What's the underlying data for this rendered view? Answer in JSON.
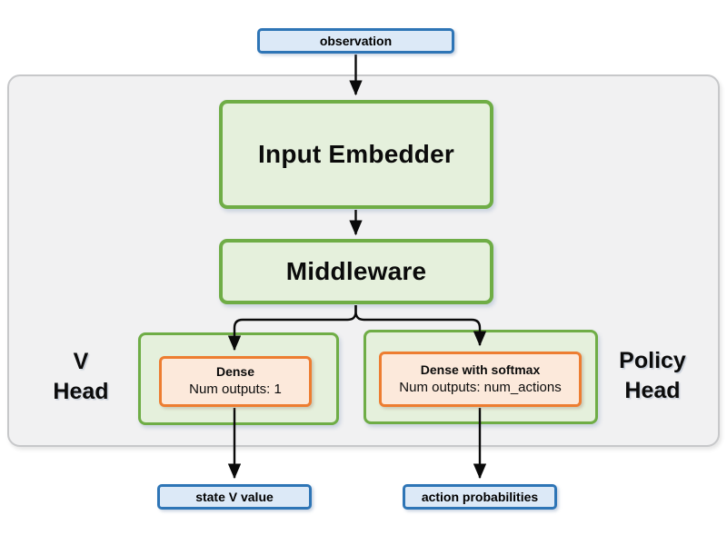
{
  "diagram": {
    "title_hint": "policy-value network architecture",
    "nodes": {
      "observation": "observation",
      "input_embedder": "Input Embedder",
      "middleware": "Middleware",
      "v_dense_title": "Dense",
      "v_dense_subtitle": "Num outputs: 1",
      "policy_dense_title": "Dense with softmax",
      "policy_dense_subtitle": "Num outputs: num_actions",
      "state_v_value": "state V value",
      "action_probabilities": "action probabilities"
    },
    "labels": {
      "v_head_line1": "V",
      "v_head_line2": "Head",
      "policy_head_line1": "Policy",
      "policy_head_line2": "Head"
    },
    "colors": {
      "io_fill": "#DCE9F7",
      "io_border": "#2E75B6",
      "block_fill": "#E5F0DC",
      "block_border": "#6FAD46",
      "dense_fill": "#FCE9DB",
      "dense_border": "#ED7D31",
      "container_fill": "#F1F1F2",
      "container_border": "#C7C8CA",
      "arrow": "#0a0a0a",
      "text": "#000000"
    }
  }
}
